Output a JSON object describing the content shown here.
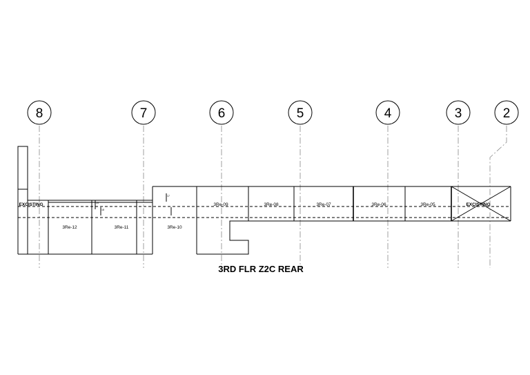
{
  "drawing": {
    "title": "3RD FLR Z2C REAR",
    "grid_labels": [
      "8",
      "7",
      "6",
      "5",
      "4",
      "3",
      "2"
    ],
    "rooms": {
      "left_existing": "EXCISTING",
      "r12": "3Re-12",
      "r11": "3Re-11",
      "r10": "3Re-10",
      "r09": "3Re-09",
      "r08": "3Re-08",
      "r07": "3Re-07",
      "r06": "3Re-06",
      "r05": "3Re-05",
      "right_existing": "EXCISTING"
    },
    "small_marks": [
      "19",
      "18",
      "17"
    ]
  }
}
